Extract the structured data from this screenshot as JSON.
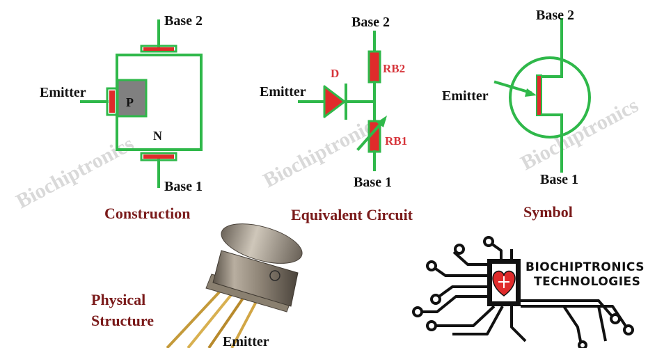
{
  "watermark": "Biochiptronics",
  "construction": {
    "base2_label": "Base 2",
    "emitter_label": "Emitter",
    "p_label": "P",
    "n_label": "N",
    "base1_label": "Base 1",
    "caption": "Construction"
  },
  "equivalent": {
    "base2_label": "Base 2",
    "emitter_label": "Emitter",
    "diode_label": "D",
    "rb2_label": "RB2",
    "rb1_label": "RB1",
    "base1_label": "Base 1",
    "caption": "Equivalent Circuit"
  },
  "symbol": {
    "base2_label": "Base 2",
    "emitter_label": "Emitter",
    "base1_label": "Base 1",
    "caption": "Symbol"
  },
  "physical": {
    "caption_line1": "Physical",
    "caption_line2": "Structure",
    "emitter_label": "Emitter"
  },
  "logo": {
    "line1": "BIOCHIPTRONICS",
    "line2": "TECHNOLOGIES"
  },
  "colors": {
    "wire": "#2fb84a",
    "contact": "#e02b2b",
    "caption": "#7a1a1a",
    "p_region": "#808080"
  }
}
